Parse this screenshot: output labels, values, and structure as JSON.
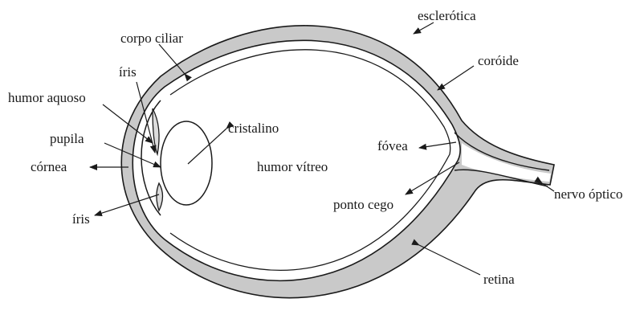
{
  "labels": {
    "corpo_ciliar": "corpo ciliar",
    "esclerotica": "esclerótica",
    "coroide": "coróide",
    "iris_top": "íris",
    "humor_aquoso": "humor aquoso",
    "cristalino": "cristalino",
    "pupila": "pupila",
    "cornea": "córnea",
    "fovea": "fóvea",
    "humor_vitreo": "humor vítreo",
    "ponto_cego": "ponto cego",
    "nervo_optico": "nervo óptico",
    "iris_bottom": "íris",
    "retina": "retina"
  },
  "colors": {
    "line": "#1a1a1a",
    "sclera_fill": "#c9c9c9",
    "background": "#ffffff"
  }
}
